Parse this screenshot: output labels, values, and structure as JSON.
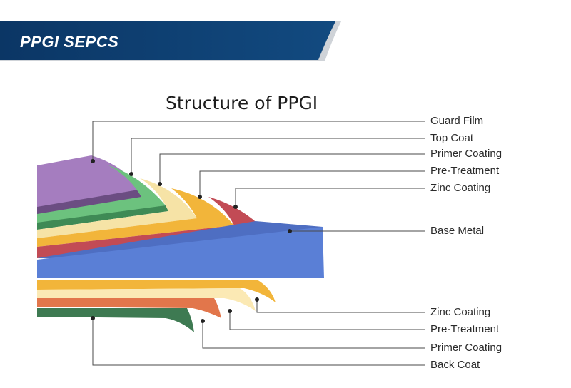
{
  "banner": {
    "title": "PPGI SEPCS"
  },
  "diagram": {
    "title": "Structure of PPGI",
    "top_layers": [
      "Guard Film",
      "Top Coat",
      "Primer Coating",
      "Pre-Treatment",
      "Zinc Coating"
    ],
    "core": "Base Metal",
    "bottom_layers": [
      "Zinc Coating",
      "Pre-Treatment",
      "Primer Coating",
      "Back Coat"
    ]
  },
  "colors": {
    "banner_blue": "#0d3e70",
    "guard_film": "#a57dbf",
    "top_coat": "#6cc27e",
    "primer_coating": "#f6e3a6",
    "pre_treatment": "#fbe9b4",
    "zinc_coating": "#f2b53a",
    "red_layer": "#c24b55",
    "base_metal": "#5a7fd6",
    "primer_bottom": "#e2764b",
    "back_coat": "#3e7a52"
  }
}
